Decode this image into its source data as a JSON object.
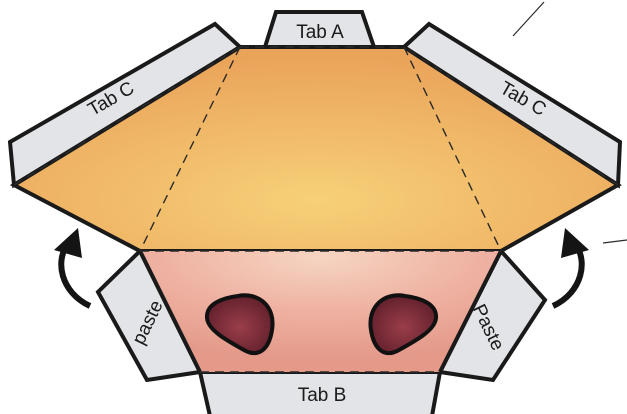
{
  "labels": {
    "tab_a": "Tab A",
    "tab_b": "Tab B",
    "tab_c_left": "Tab C",
    "tab_c_right": "Tab C",
    "paste_left": "paste",
    "paste_right": "Paste"
  },
  "colors": {
    "tab_fill": "#e3e4e7",
    "outline": "#1a1a1a",
    "upper_panel": "#f3b868",
    "lower_panel": "#eaa898",
    "nostril": "#7a2c38"
  }
}
